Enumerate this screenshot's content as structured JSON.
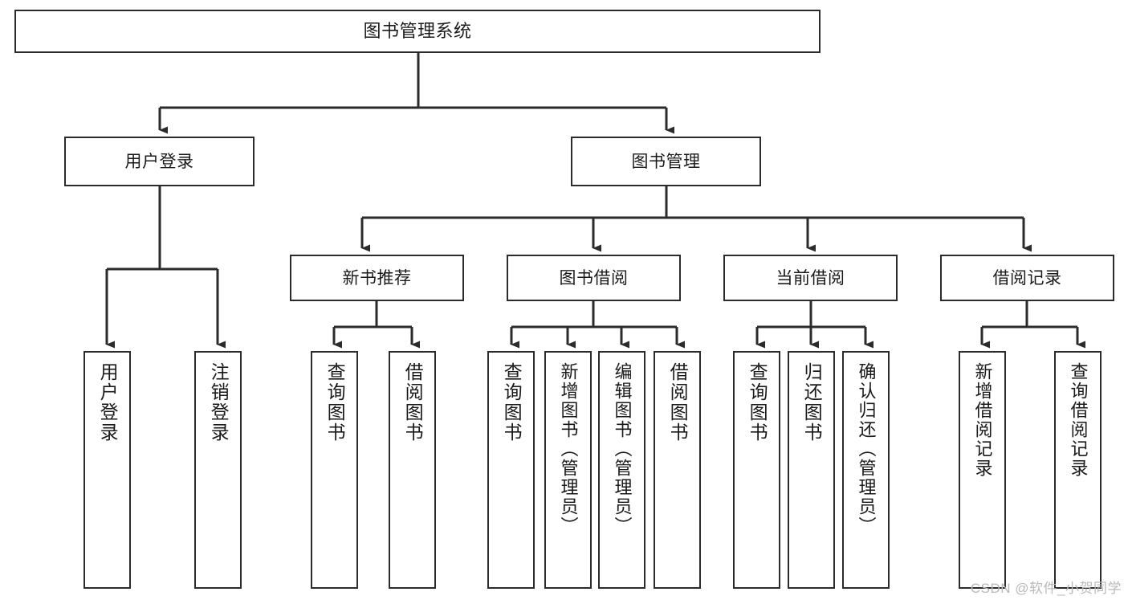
{
  "diagram": {
    "type": "tree-hierarchy",
    "title": "图书管理系统",
    "colors": {
      "stroke": "#2b2b2b",
      "fill": "#ffffff",
      "text": "#1a1a1a",
      "watermark": "#b9b9b9"
    },
    "root": {
      "label": "图书管理系统"
    },
    "level1": [
      {
        "label": "用户登录"
      },
      {
        "label": "图书管理"
      }
    ],
    "level2": [
      {
        "label": "新书推荐"
      },
      {
        "label": "图书借阅"
      },
      {
        "label": "当前借阅"
      },
      {
        "label": "借阅记录"
      }
    ],
    "leaves": {
      "user_login": [
        {
          "label": "用户登录"
        },
        {
          "label": "注销登录"
        }
      ],
      "new_book_recommend": [
        {
          "label": "查询图书"
        },
        {
          "label": "借阅图书"
        }
      ],
      "book_borrow": [
        {
          "label": "查询图书"
        },
        {
          "label": "新增图书（管理员）"
        },
        {
          "label": "编辑图书（管理员）"
        },
        {
          "label": "借阅图书"
        }
      ],
      "current_borrow": [
        {
          "label": "查询图书"
        },
        {
          "label": "归还图书"
        },
        {
          "label": "确认归还（管理员）"
        }
      ],
      "borrow_record": [
        {
          "label": "新增借阅记录"
        },
        {
          "label": "查询借阅记录"
        }
      ]
    },
    "watermark": "CSDN @软件_小贺同学"
  }
}
